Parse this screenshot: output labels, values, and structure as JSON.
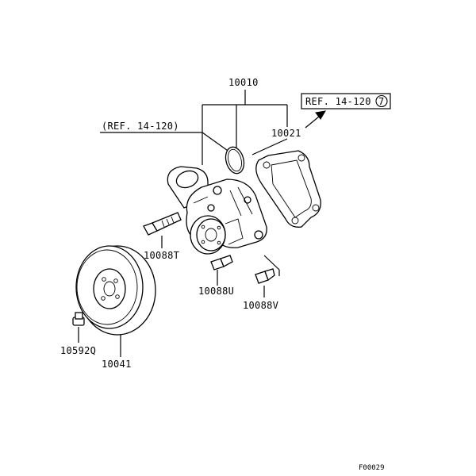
{
  "diagram": {
    "ref_left": "(REF. 14-120)",
    "ref_right": "REF. 14-120",
    "ref_right_circle": "7",
    "figure_code": "F00029",
    "parts": {
      "water_pump": "10010",
      "gasket": "10021",
      "bolt_t": "10088T",
      "bolt_u": "10088U",
      "bolt_v": "10088V",
      "pulley_bolt": "10592Q",
      "pulley": "10041"
    }
  }
}
